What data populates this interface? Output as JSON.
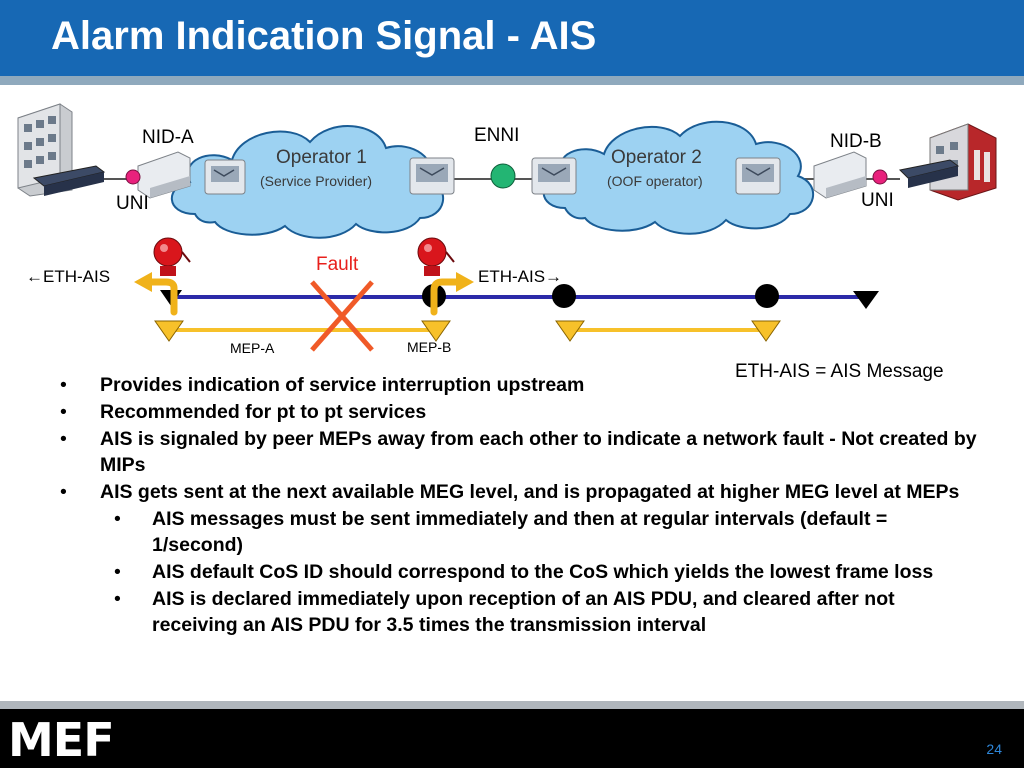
{
  "title": "Alarm Indication Signal - AIS",
  "diagram": {
    "nid_a": "NID-A",
    "nid_b": "NID-B",
    "enni": "ENNI",
    "uni_left": "UNI",
    "uni_right": "UNI",
    "operator1_name": "Operator 1",
    "operator1_role": "(Service Provider)",
    "operator2_name": "Operator 2",
    "operator2_role": "(OOF operator)",
    "fault": "Fault",
    "eth_ais_left": "←ETH-AIS",
    "eth_ais_right": "ETH-AIS→",
    "mep_a": "MEP-A",
    "mep_b": "MEP-B",
    "legend": "ETH-AIS = AIS Message"
  },
  "colors": {
    "title_bar": "#1768b4",
    "cloud": "#9dd2f2",
    "uni_dot": "#e8217c",
    "enni_dot": "#23b573",
    "line_blue": "#2b2aa8",
    "line_gold": "#f7c12a",
    "fault_x": "#f05a28",
    "fault_text": "#e8201c",
    "arrow_gold": "#f0b21a",
    "alarm_red": "#d9161c"
  },
  "bullets": [
    {
      "level": 1,
      "text": "Provides indication of service interruption upstream"
    },
    {
      "level": 1,
      "text": "Recommended for pt to pt services"
    },
    {
      "level": 1,
      "text": "AIS is signaled by peer MEPs away from each other to indicate a network fault  - Not created by MIPs"
    },
    {
      "level": 1,
      "text": "AIS gets sent at the next available MEG level, and is propagated at higher MEG level at MEPs"
    },
    {
      "level": 2,
      "text": "AIS messages must be sent immediately and then at regular intervals (default = 1/second)"
    },
    {
      "level": 2,
      "text": "AIS default CoS ID should correspond to the CoS which yields the lowest frame loss"
    },
    {
      "level": 2,
      "text": "AIS is declared immediately upon reception of an AIS PDU, and cleared after not receiving an AIS PDU for 3.5 times the transmission interval"
    }
  ],
  "footer": {
    "logo": "MEF",
    "page_number": "24"
  }
}
